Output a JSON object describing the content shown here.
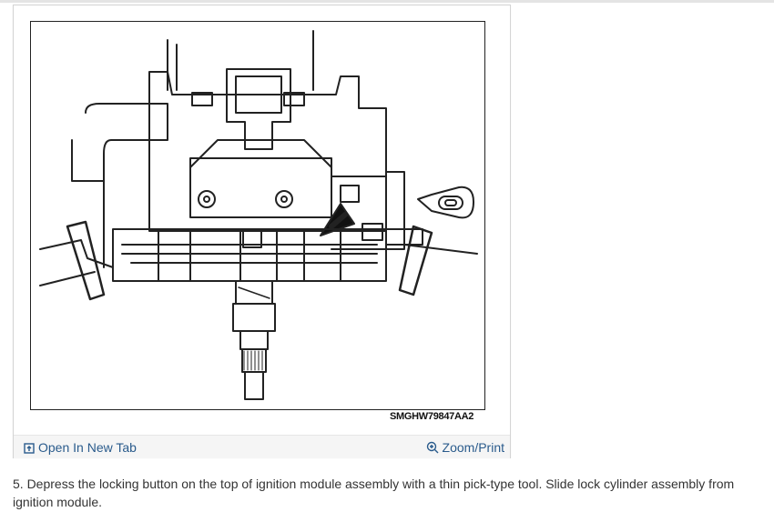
{
  "figure": {
    "code": "SMGHW79847AA2"
  },
  "actions": {
    "open_new_tab": "Open In New Tab",
    "zoom_print": "Zoom/Print"
  },
  "caption": {
    "text": "5. Depress the locking button on the top of ignition module assembly with a thin pick-type tool. Slide lock cylinder assembly from ignition module."
  },
  "icons": {
    "open_new_tab": "open-new-tab-icon",
    "zoom": "zoom-in-icon"
  },
  "colors": {
    "link": "#2a5b8c",
    "footer_bg": "#f5f5f5"
  }
}
